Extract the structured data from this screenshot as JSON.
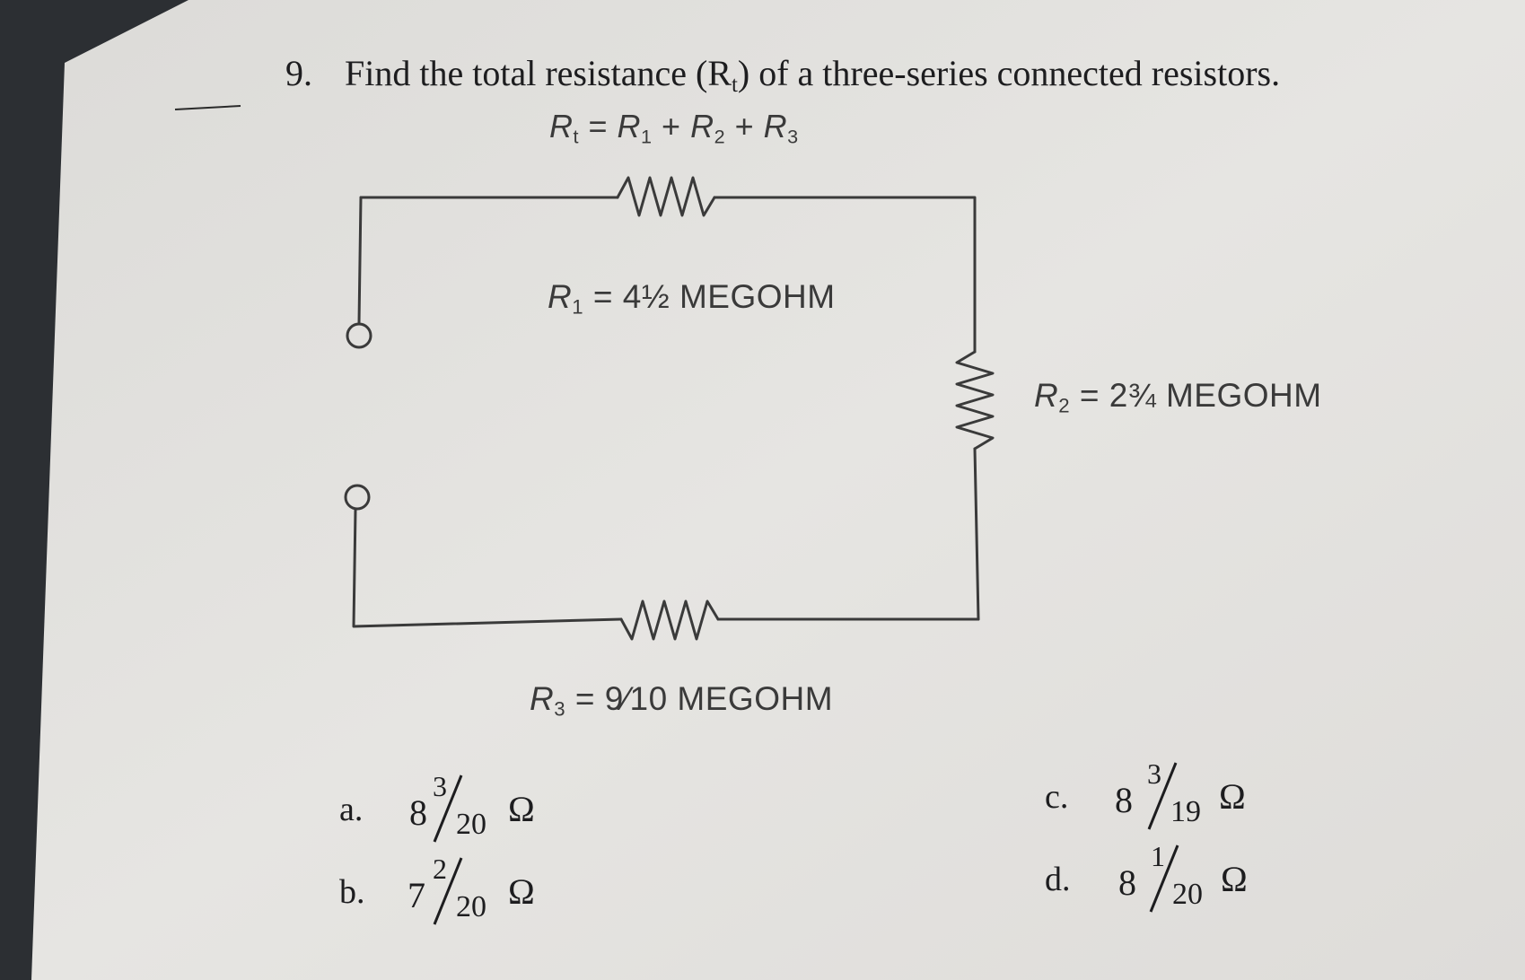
{
  "question": {
    "number": "9.",
    "text_before": "Find the total resistance (R",
    "sub": "t",
    "text_after": ") of a three-series connected resistors."
  },
  "formula": {
    "parts": [
      "R",
      "t",
      " = ",
      "R",
      "1",
      " + ",
      "R",
      "2",
      " + ",
      "R",
      "3"
    ]
  },
  "diagram": {
    "r1": {
      "name": "R",
      "sub": "1",
      "value": " = 4½ MEGOHM"
    },
    "r2": {
      "name": "R",
      "sub": "2",
      "value": " = 2¾ MEGOHM"
    },
    "r3": {
      "name": "R",
      "sub": "3",
      "value": " = 9⁄10 MEGOHM"
    }
  },
  "choices": [
    {
      "id": "a",
      "letter": "a.",
      "whole": "8",
      "numerator": "3",
      "denominator": "20",
      "unit": "Ω"
    },
    {
      "id": "b",
      "letter": "b.",
      "whole": "7",
      "numerator": "2",
      "denominator": "20",
      "unit": "Ω"
    },
    {
      "id": "c",
      "letter": "c.",
      "whole": "8",
      "numerator": "3",
      "denominator": "19",
      "unit": "Ω"
    },
    {
      "id": "d",
      "letter": "d.",
      "whole": "8",
      "numerator": "1",
      "denominator": "20",
      "unit": "Ω"
    }
  ],
  "colors": {
    "paper": "#e6e5e2",
    "ink": "#1d1d1f",
    "background": "#2c2f33"
  }
}
